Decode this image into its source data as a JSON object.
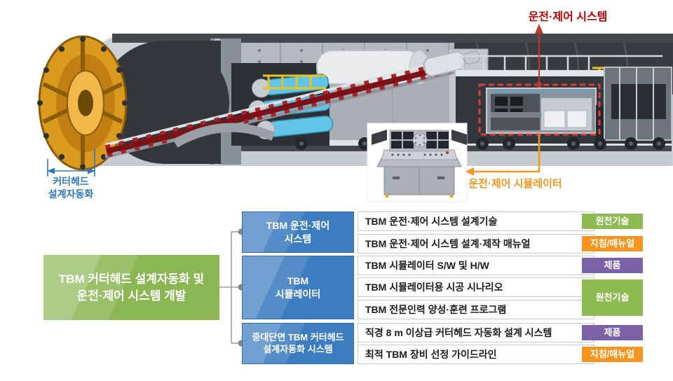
{
  "illustration": {
    "control_system_label": "운전·제어 시스템",
    "simulator_label": "운전·제어 시뮬레이터",
    "cutterhead_label": {
      "line1": "커터헤드",
      "line2": "설계자동화"
    },
    "colors": {
      "red_label": "#c00000",
      "red_dashed_box": "#e23b3b",
      "orange": "#f7941d",
      "blue": "#2e78c2"
    }
  },
  "diagram": {
    "root": {
      "lines": [
        "TBM 커터헤드 설계자동화 및",
        "운전·제어 시스템 개발"
      ],
      "color": "#8ab751"
    },
    "branches": [
      {
        "lines": [
          "TBM 운전·제어",
          "시스템"
        ]
      },
      {
        "lines": [
          "TBM",
          "시뮬레이터"
        ]
      },
      {
        "lines": [
          "중대단면 TBM 커터헤드",
          "설계자동화 시스템"
        ]
      }
    ],
    "rows": [
      {
        "text": "TBM 운전·제어 시스템 설계기술",
        "tag": "원천기술",
        "tag_type": "green"
      },
      {
        "text": "TBM 운전·제어 시스템 설계·제작 매뉴얼",
        "tag": "지침/매뉴얼",
        "tag_type": "orange"
      },
      {
        "text": "TBM 시뮬레이터 S/W 및 H/W",
        "tag": "제품",
        "tag_type": "purple"
      },
      {
        "text": "TBM 시뮬레이터용 시공 시나리오",
        "tag": "원천기술",
        "tag_type": "green",
        "tag_spans_rows": [
          4,
          5
        ]
      },
      {
        "text": "TBM 전문인력 양성·훈련 프로그램"
      },
      {
        "text": "직경 8 m 이상급 커터헤드 자동화 설계 시스템",
        "tag": "제품",
        "tag_type": "purple"
      },
      {
        "text": "최적 TBM 장비 선정 가이드라인",
        "tag": "지침/매뉴얼",
        "tag_type": "orange"
      }
    ],
    "tag_colors": {
      "green": "#8dbb50",
      "orange": "#f7941d",
      "purple": "#7b61a5"
    },
    "branch_color": "#3c7cc0"
  }
}
